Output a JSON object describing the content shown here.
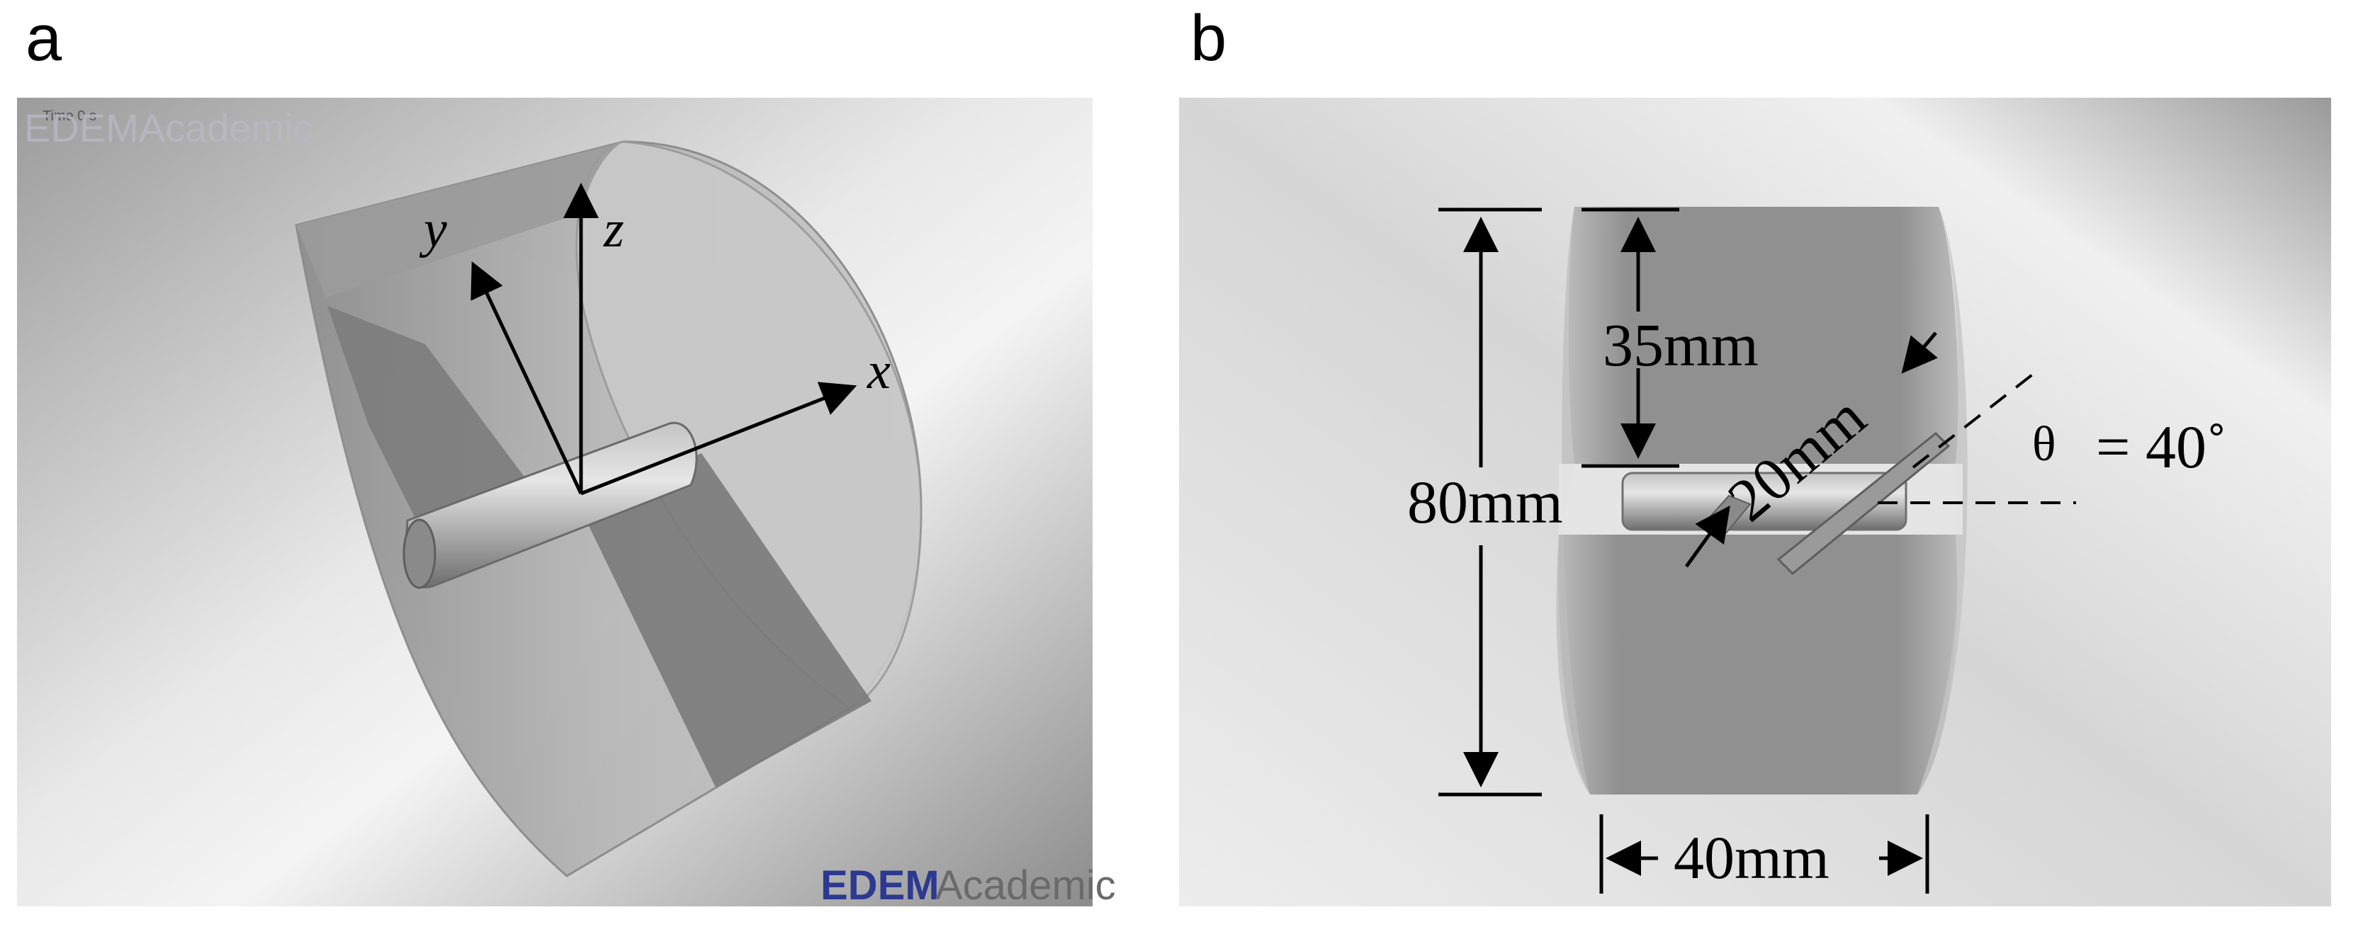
{
  "panels": {
    "a": {
      "letter": "a",
      "watermark_top": "EDEMAcademic",
      "watermark_top_small": "Time 0 s",
      "watermark_bottom_brand": "EDEM",
      "watermark_bottom_suffix": "Academic",
      "axes": {
        "x": "x",
        "y": "y",
        "z": "z"
      }
    },
    "b": {
      "letter": "b",
      "dim_height": "80mm",
      "dim_gap": "35mm",
      "dim_blade": "20mm",
      "dim_width": "40mm",
      "angle_symbol": "θ",
      "angle_value": "= 40˚"
    }
  },
  "colors": {
    "background_light": "#f2f2f2",
    "background_dark": "#8a8a8a",
    "drum_fill": "#a8a8a8",
    "blade_fill": "#7a7a7a",
    "edem_blue": "#2b3990"
  }
}
